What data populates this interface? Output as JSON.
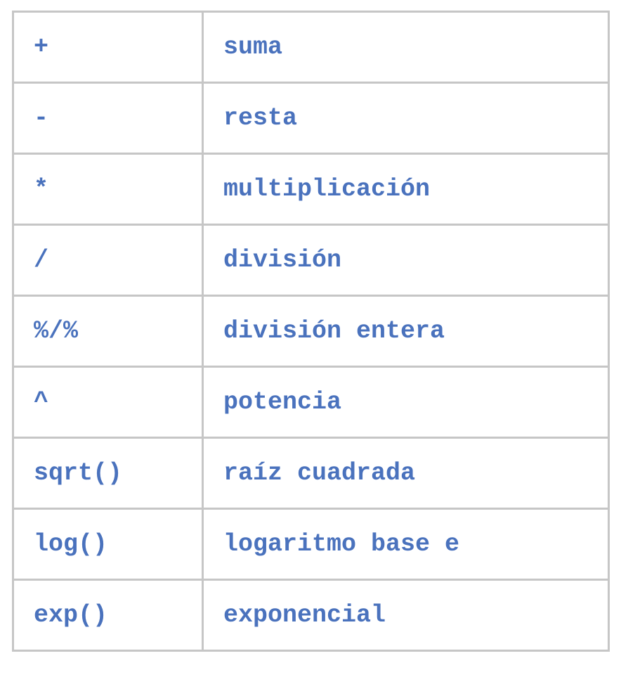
{
  "table": {
    "rows": [
      {
        "operator": "+",
        "description": "suma"
      },
      {
        "operator": "-",
        "description": "resta"
      },
      {
        "operator": "*",
        "description": "multiplicación"
      },
      {
        "operator": "/",
        "description": "división"
      },
      {
        "operator": "%/%",
        "description": "división entera"
      },
      {
        "operator": "^",
        "description": "potencia"
      },
      {
        "operator": "sqrt()",
        "description": "raíz cuadrada"
      },
      {
        "operator": "log()",
        "description": "logaritmo base e"
      },
      {
        "operator": "exp()",
        "description": "exponencial"
      }
    ]
  },
  "colors": {
    "text": "#4a72bd",
    "border": "#c6c6c6",
    "background": "#ffffff"
  }
}
